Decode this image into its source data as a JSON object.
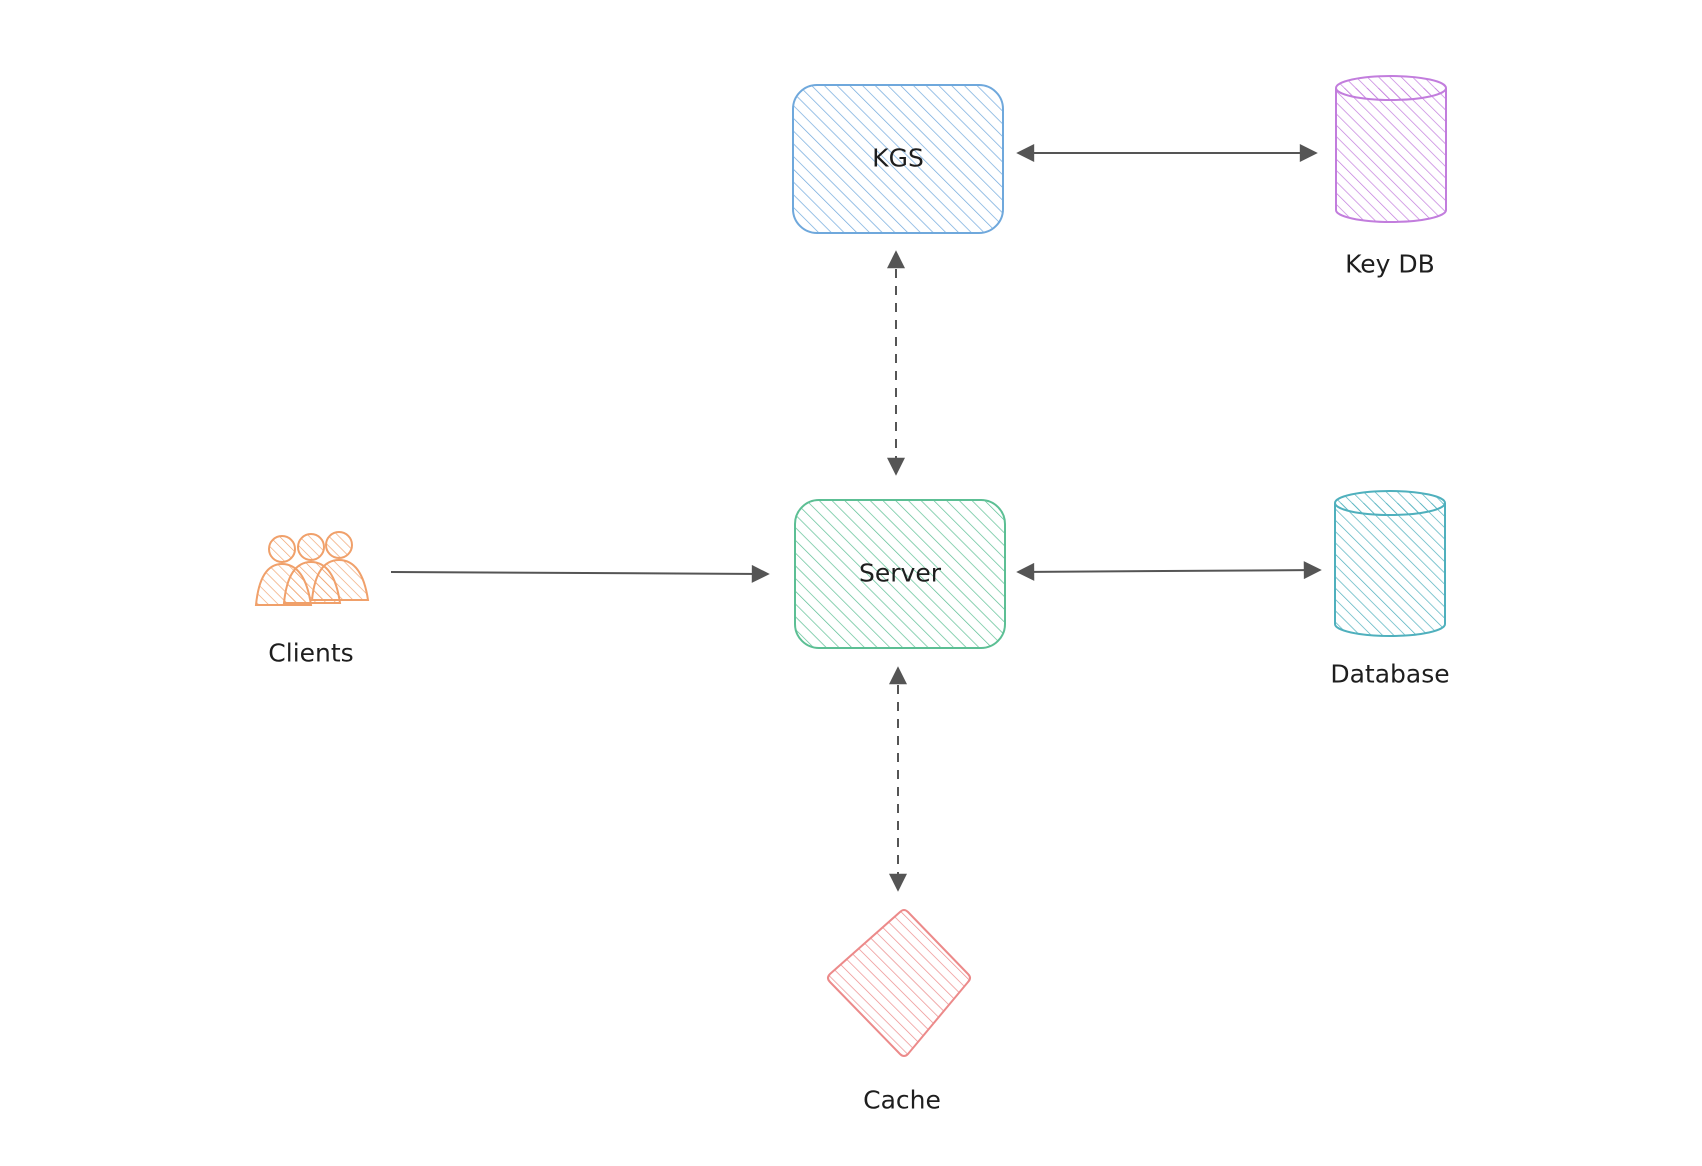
{
  "diagram": {
    "nodes": {
      "kgs": {
        "label": "KGS",
        "color": "#4a90d9"
      },
      "server": {
        "label": "Server",
        "color": "#2f9e6e"
      },
      "key_db": {
        "label": "Key DB",
        "color": "#a347c2"
      },
      "database": {
        "label": "Database",
        "color": "#1f8a9a"
      },
      "clients": {
        "label": "Clients",
        "color": "#e8590c"
      },
      "cache": {
        "label": "Cache",
        "color": "#e03131"
      }
    },
    "edges": [
      {
        "from": "kgs",
        "to": "key_db",
        "style": "solid",
        "direction": "both"
      },
      {
        "from": "kgs",
        "to": "server",
        "style": "dashed",
        "direction": "both"
      },
      {
        "from": "clients",
        "to": "server",
        "style": "solid",
        "direction": "forward"
      },
      {
        "from": "server",
        "to": "database",
        "style": "solid",
        "direction": "both"
      },
      {
        "from": "server",
        "to": "cache",
        "style": "dashed",
        "direction": "both"
      }
    ]
  }
}
